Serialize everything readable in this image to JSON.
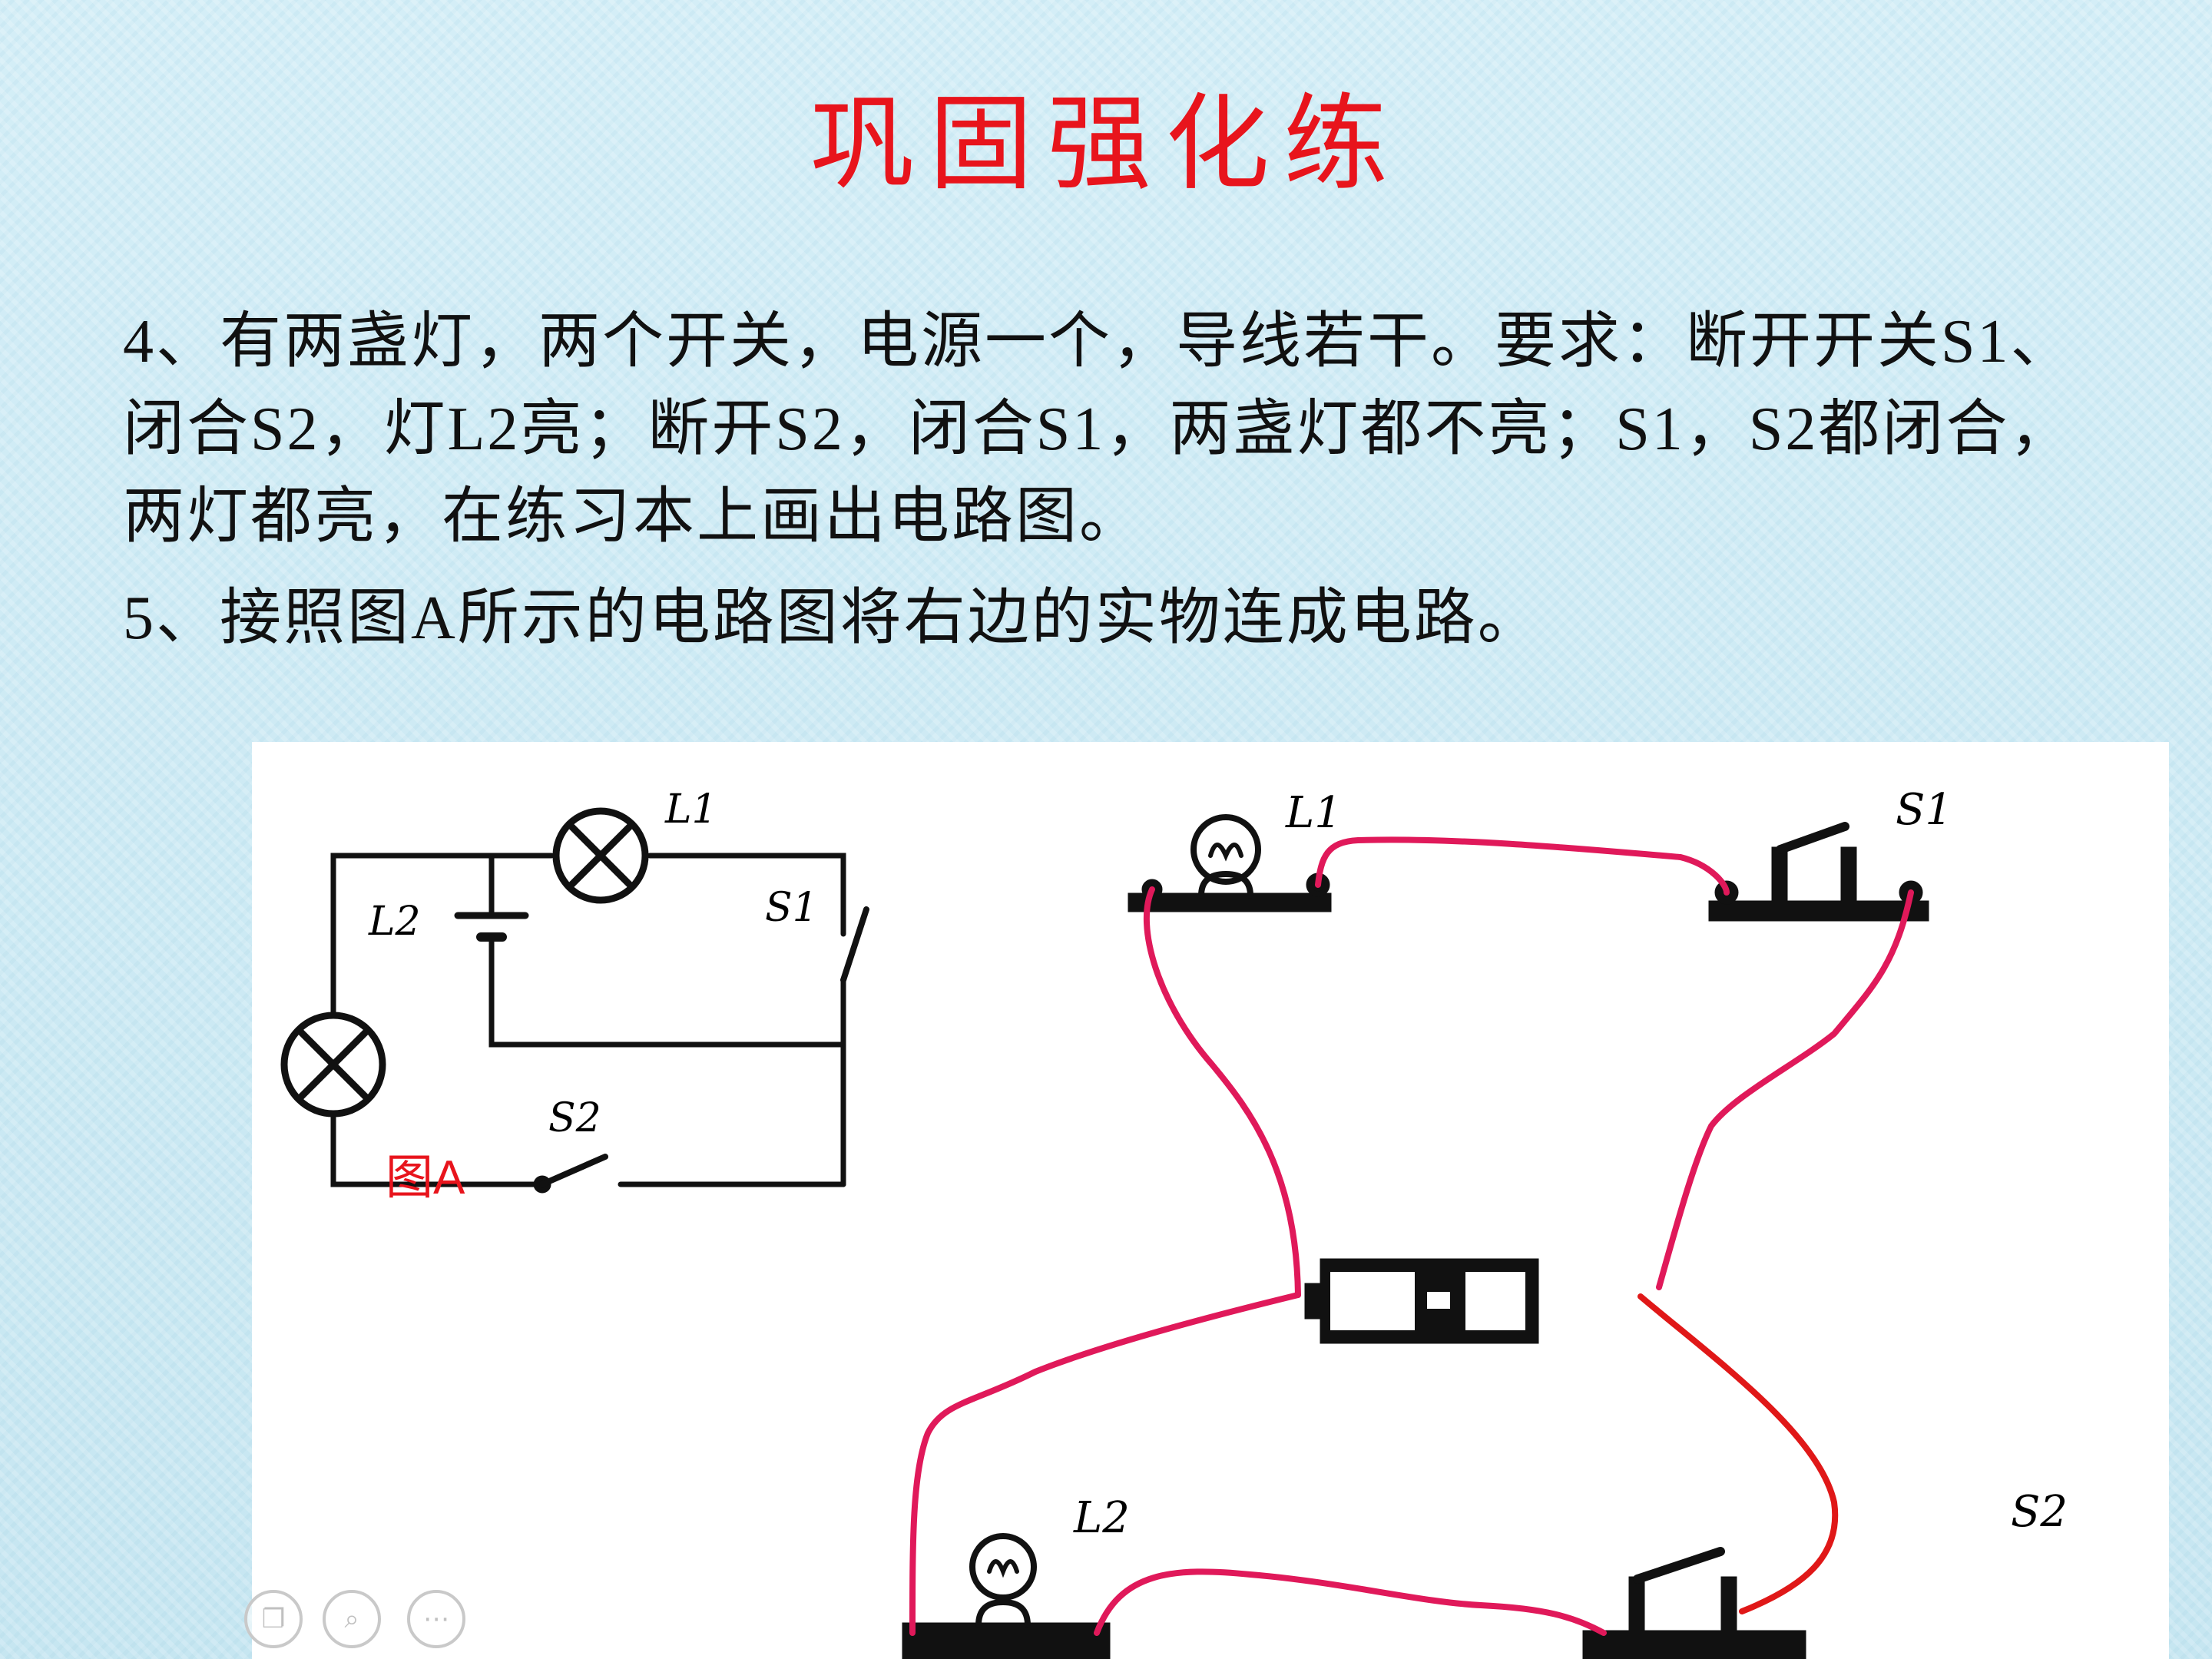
{
  "slide": {
    "title": "巩固强化练",
    "q4": "4、有两盏灯，两个开关，电源一个，导线若干。要求：断开开关S1、闭合S2，灯L2亮；断开S2，闭合S1，两盏灯都不亮；S1，S2都闭合，两灯都亮，在练习本上画出电路图。",
    "q5": "5、接照图A所示的电路图将右边的实物连成电路。"
  },
  "figure": {
    "figure_label": "图A",
    "schematic": {
      "lamp1": "L1",
      "lamp2": "L2",
      "switch1": "S1",
      "switch2": "S2"
    },
    "physical": {
      "lamp1": "L1",
      "lamp2": "L2",
      "switch1": "S1",
      "switch2": "S2"
    }
  },
  "colors": {
    "title": "#e8141c",
    "wire": "#e0195a",
    "wire_alt": "#e01818",
    "label": "#e8141c"
  },
  "toolbar": {
    "icons": [
      "copy-icon",
      "zoom-icon",
      "more-icon"
    ]
  }
}
